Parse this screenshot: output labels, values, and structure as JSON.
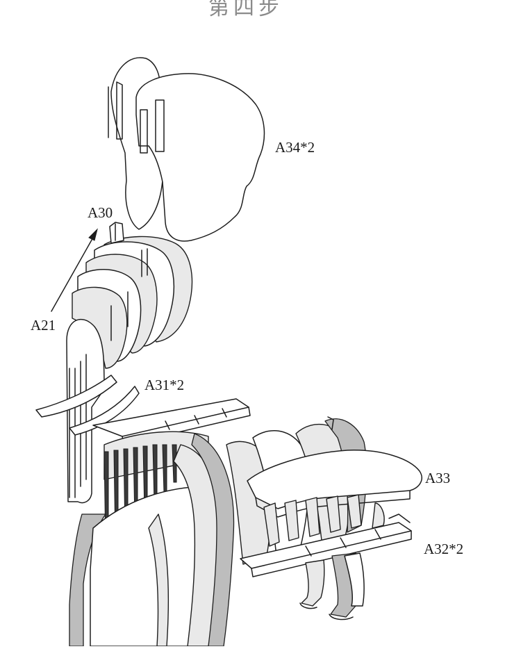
{
  "title": "第四步",
  "labels": {
    "a34": "A34*2",
    "a30": "A30",
    "a21": "A21",
    "a31": "A31*2",
    "a33": "A33",
    "a32": "A32*2"
  },
  "colors": {
    "line": "#1e1e1e",
    "panel_fill": "#ffffff",
    "shade_light": "#e9e9e9",
    "shade_mid": "#bdbdbd",
    "title_gray": "#8a8a8a"
  }
}
